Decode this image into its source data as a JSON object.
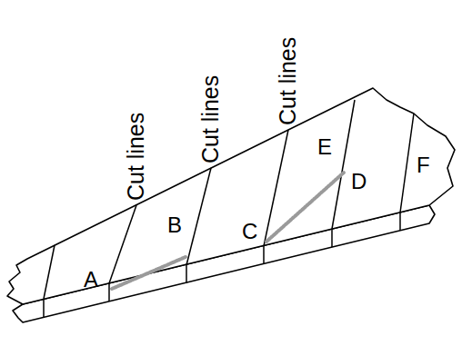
{
  "diagram": {
    "labels": [
      "Cut lines",
      "Cut lines",
      "Cut lines",
      "A",
      "B",
      "C",
      "D",
      "E",
      "F"
    ]
  }
}
